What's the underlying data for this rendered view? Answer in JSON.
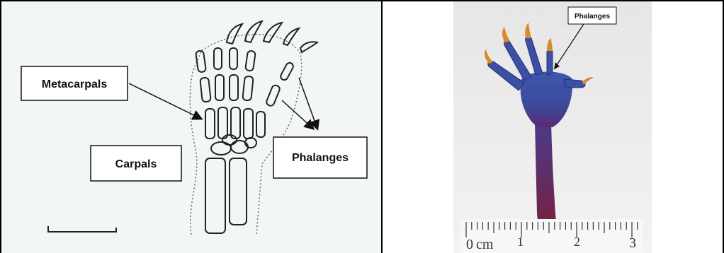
{
  "left_panel": {
    "labels": {
      "metacarpals": "Metacarpals",
      "carpals": "Carpals",
      "phalanges": "Phalanges"
    }
  },
  "right_panel": {
    "labels": {
      "phalanges": "Phalanges"
    },
    "ruler": {
      "tick_labels": [
        "0",
        "cm",
        "1",
        "2",
        "3"
      ]
    }
  },
  "colors": {
    "skin_blue": "#3b4fa6",
    "skin_purple": "#5a2a72",
    "claw_orange": "#d98a2b",
    "stem_red": "#7a1f3a"
  }
}
